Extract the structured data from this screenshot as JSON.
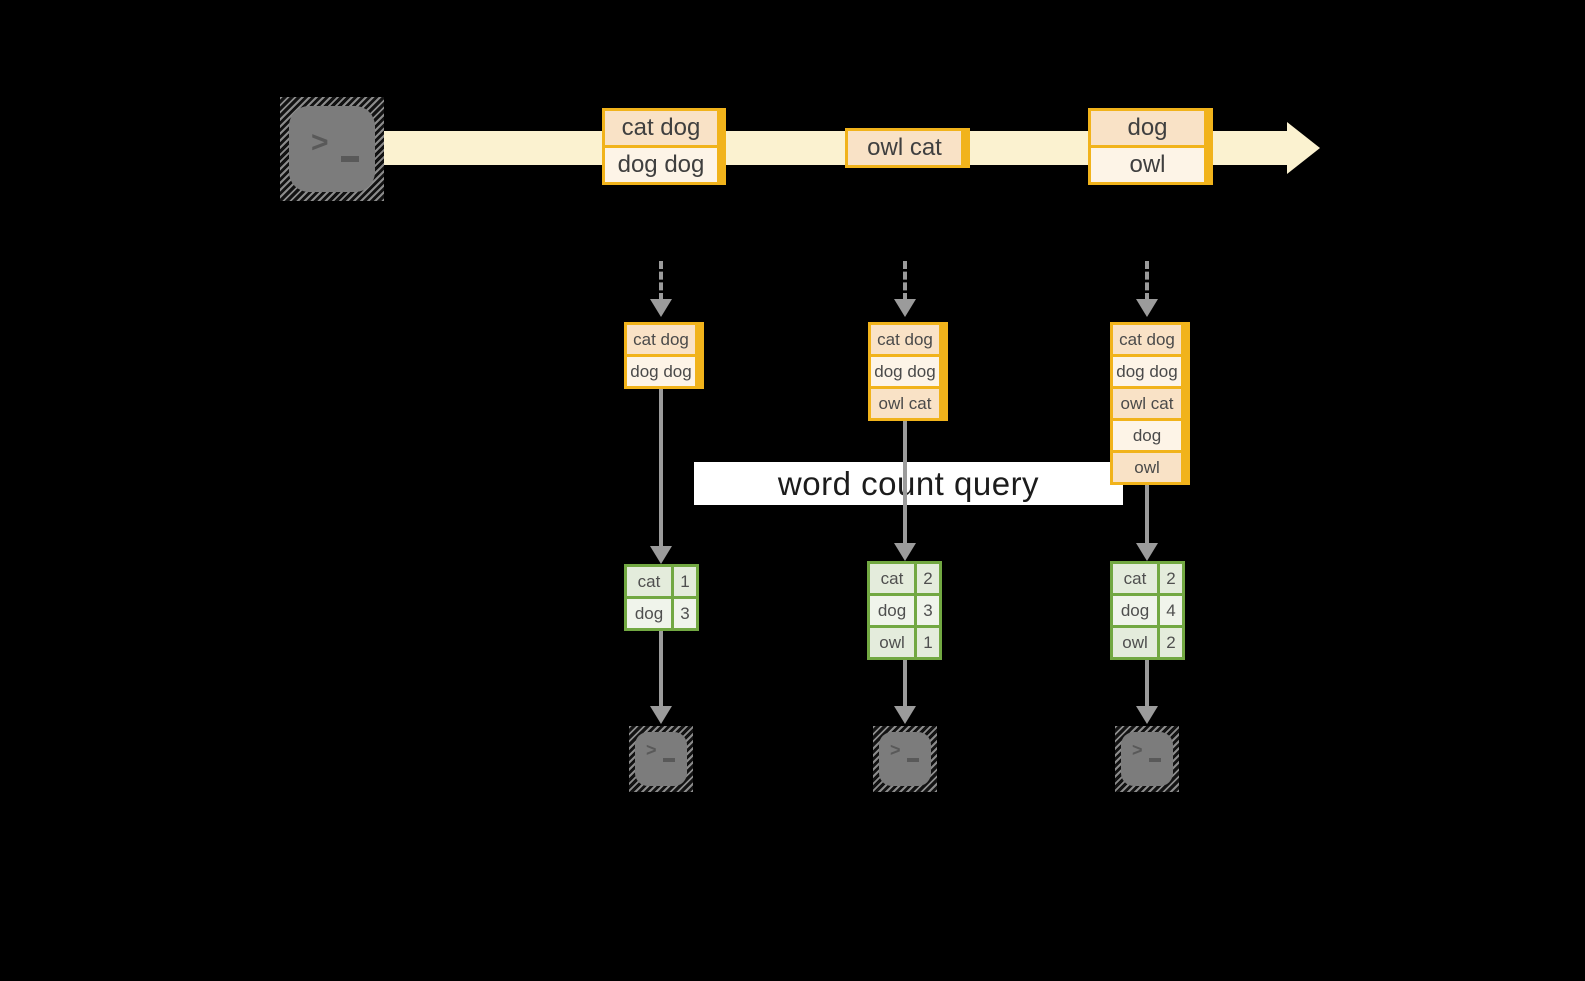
{
  "query": {
    "label": "word count query"
  },
  "stream": {
    "batches": [
      {
        "lines": [
          "cat dog",
          "dog dog"
        ]
      },
      {
        "lines": [
          "owl cat"
        ]
      },
      {
        "lines": [
          "dog",
          "owl"
        ]
      }
    ]
  },
  "columns": [
    {
      "buffer": [
        "cat dog",
        "dog dog"
      ],
      "counts": [
        {
          "word": "cat",
          "count": "1"
        },
        {
          "word": "dog",
          "count": "3"
        }
      ]
    },
    {
      "buffer": [
        "cat dog",
        "dog dog",
        "owl cat"
      ],
      "counts": [
        {
          "word": "cat",
          "count": "2"
        },
        {
          "word": "dog",
          "count": "3"
        },
        {
          "word": "owl",
          "count": "1"
        }
      ]
    },
    {
      "buffer": [
        "cat dog",
        "dog dog",
        "owl cat",
        "dog",
        "owl"
      ],
      "counts": [
        {
          "word": "cat",
          "count": "2"
        },
        {
          "word": "dog",
          "count": "4"
        },
        {
          "word": "owl",
          "count": "2"
        }
      ]
    }
  ],
  "icons": {
    "source": "terminal-icon",
    "sinks": [
      "terminal-icon",
      "terminal-icon",
      "terminal-icon"
    ],
    "prompt_glyph": ">"
  },
  "colors": {
    "background": "#000000",
    "stream_band": "#fbf2d0",
    "box_border": "#f1b31b",
    "cell_peach": "#f9e2c6",
    "cell_cream": "#fdf4e7",
    "table_border": "#72a842",
    "table_cell_a": "#e4ecdc",
    "table_cell_b": "#f0f4eb",
    "arrow_grey": "#9b9b9b",
    "terminal_grey": "#7c7c7c",
    "label_background": "#ffffff",
    "text_dark": "#3f3f3f"
  }
}
